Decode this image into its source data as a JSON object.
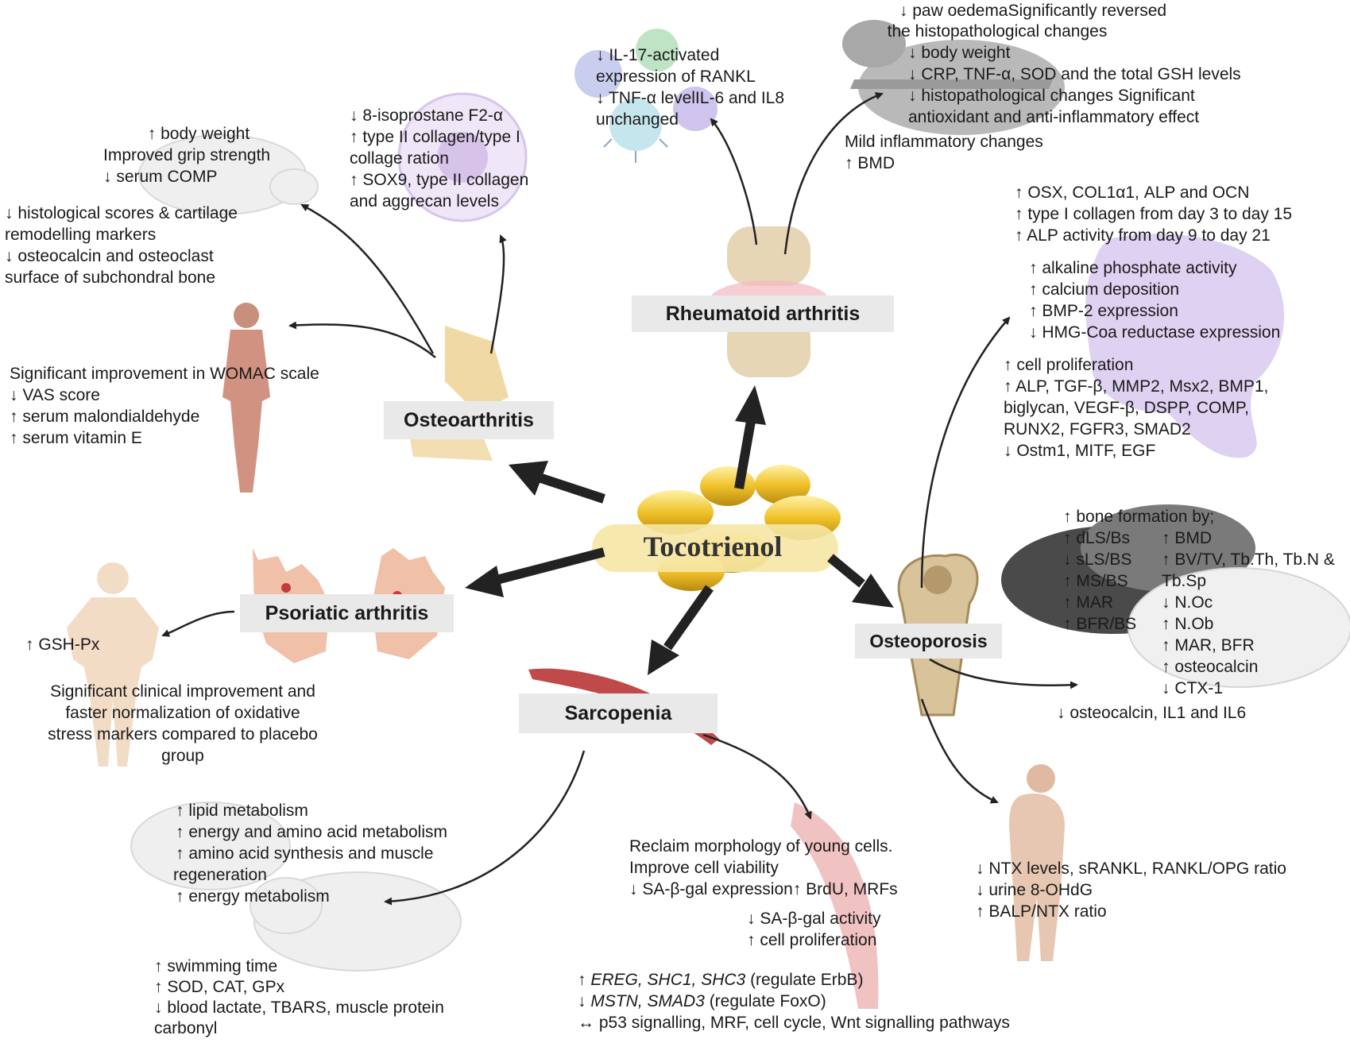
{
  "center": {
    "title": "Tocotrienol"
  },
  "rheumatoid_arthritis": {
    "label": "Rheumatoid arthritis",
    "cell_effects": [
      "↓ IL-17-activated",
      "expression of RANKL",
      "↓ TNF-α levelIL-6 and IL8",
      "unchanged"
    ],
    "animal_effects": [
      "↓ paw oedemaSignificantly reversed",
      "the histopathological changes",
      "↓ body weight",
      "↓ CRP, TNF-α, SOD and the total GSH levels",
      "↓ histopathological changes Significant",
      "antioxidant and anti-inflammatory effect",
      "Mild inflammatory changes",
      "↑ BMD"
    ]
  },
  "osteoarthritis": {
    "label": "Osteoarthritis",
    "animal_effects": [
      "↑ body weight",
      "Improved grip strength",
      "↓ serum COMP",
      "↓ histological scores & cartilage",
      "remodelling markers",
      "↓ osteocalcin and osteoclast",
      "surface of subchondral bone"
    ],
    "cell_effects": [
      "↓ 8-isoprostane F2-α",
      "↑ type II collagen/type I",
      "collage ration",
      "↑ SOX9, type II collagen",
      "and aggrecan levels"
    ],
    "human_effects": [
      "Significant improvement in WOMAC scale",
      "↓ VAS score",
      "↑ serum malondialdehyde",
      "↑ serum vitamin E"
    ]
  },
  "psoriatic_arthritis": {
    "label": "Psoriatic arthritis",
    "human_effects": [
      "↑ GSH-Px",
      "Significant clinical improvement and",
      "faster normalization of oxidative",
      "stress markers compared to placebo",
      "group"
    ]
  },
  "osteoporosis": {
    "label": "Osteoporosis",
    "cell_block1": [
      "↑ OSX, COL1α1, ALP and OCN",
      "↑ type I collagen from day 3 to day 15",
      "↑ ALP activity from day 9 to day 21"
    ],
    "cell_block2": [
      "↑ alkaline phosphate activity",
      "↑ calcium deposition",
      "↑ BMP-2 expression",
      "↓ HMG-Coa reductase expression"
    ],
    "cell_block3": [
      "↑ cell proliferation",
      "↑ ALP, TGF-β, MMP2, Msx2, BMP1,",
      "biglycan, VEGF-β, DSPP, COMP,",
      "RUNX2, FGFR3, SMAD2",
      "↓ Ostm1, MITF, EGF"
    ],
    "animal_header": "↑ bone formation by;",
    "animal_left": [
      "↑ dLS/Bs",
      "↓ sLS/BS",
      "↑ MS/BS",
      "↑ MAR",
      "↑ BFR/BS"
    ],
    "animal_right": [
      "↑ BMD",
      "↑ BV/TV, Tb.Th, Tb.N &",
      "Tb.Sp",
      "↓ N.Oc",
      "↑ N.Ob",
      "↑ MAR, BFR",
      "↑ osteocalcin",
      "↓ CTX-1"
    ],
    "animal_footer": "↓ osteocalcin, IL1 and IL6",
    "human_effects": [
      "↓ NTX levels, sRANKL, RANKL/OPG   ratio",
      "↓ urine 8-OHdG",
      "↑ BALP/NTX ratio"
    ]
  },
  "sarcopenia": {
    "label": "Sarcopenia",
    "animal_metabolism": [
      "↑ lipid metabolism",
      "↑ energy and amino acid metabolism",
      "↑ amino acid synthesis and muscle",
      "regeneration",
      "↑ energy metabolism"
    ],
    "animal_exercise": [
      "↑ swimming time",
      "↑ SOD, CAT, GPx",
      "↓ blood lactate, TBARS, muscle protein",
      "carbonyl"
    ],
    "cell_effects": [
      "Reclaim morphology of young cells.",
      "Improve cell viability",
      "↓ SA-β-gal expression↑ BrdU, MRFs"
    ],
    "cell_effects2": [
      "↓ SA-β-gal activity",
      "↑ cell proliferation"
    ],
    "gene_effects": [
      {
        "prefix": "↑ ",
        "genes": "EREG, SHC1, SHC3",
        "suffix": " (regulate ErbB)"
      },
      {
        "prefix": "↓ ",
        "genes": "MSTN, SMAD3",
        "suffix": " (regulate FoxO)"
      },
      {
        "prefix": "↔ p53 signalling, MRF, cell cycle, Wnt signalling pathways",
        "genes": "",
        "suffix": ""
      }
    ]
  },
  "colors": {
    "arrow": "#222222",
    "label_bg": "#e9e9e9",
    "capsule": "#e8b820",
    "cell_purple": "#d9c9ef",
    "muscle_red": "#c04a4a",
    "skin": "#f2dcc6",
    "bone": "#d8c39a"
  }
}
